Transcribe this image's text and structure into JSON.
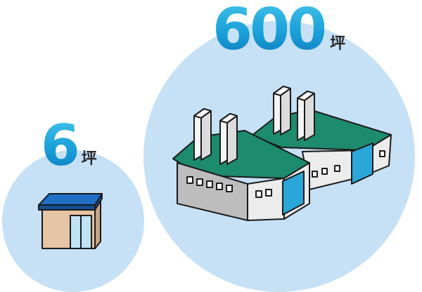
{
  "small": {
    "number": "6",
    "unit": "坪"
  },
  "large": {
    "number": "600",
    "unit": "坪"
  },
  "colors": {
    "circle": "#c6e1f6",
    "number_gradient": [
      "#3fc1e8",
      "#0c7fc0"
    ],
    "roof_green": "#1d8b6e",
    "shop_roof_blue": "#1f6fc4",
    "shutter_blue": "#2aa6d9"
  },
  "icons": [
    "small-shop-icon",
    "factory-icon"
  ]
}
